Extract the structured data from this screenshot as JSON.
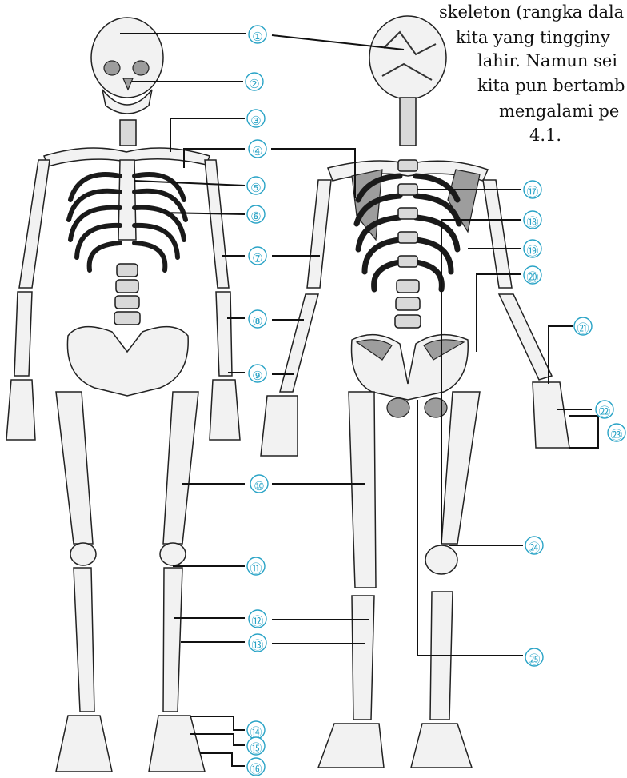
{
  "paragraph": {
    "lines": [
      "skeleton (rangka dala",
      "kita yang tingginy",
      "lahir. Namun sei",
      "kita pun bertamb",
      "mengalami pe",
      "4.1."
    ]
  },
  "labels": [
    {
      "text": "①"
    },
    {
      "text": "②"
    },
    {
      "text": "③"
    },
    {
      "text": "④"
    },
    {
      "text": "⑤"
    },
    {
      "text": "⑥"
    },
    {
      "text": "⑦"
    },
    {
      "text": "⑧"
    },
    {
      "text": "⑨"
    },
    {
      "text": "⑩"
    },
    {
      "text": "⑪"
    },
    {
      "text": "⑫"
    },
    {
      "text": "⑬"
    },
    {
      "text": "⑭"
    },
    {
      "text": "⑮"
    },
    {
      "text": "⑯"
    },
    {
      "text": "⑰"
    },
    {
      "text": "⑱"
    },
    {
      "text": "⑲"
    },
    {
      "text": "⑳"
    },
    {
      "text": "㉑"
    },
    {
      "text": "㉒"
    },
    {
      "text": "㉓"
    },
    {
      "text": "㉔"
    },
    {
      "text": "㉕"
    }
  ],
  "colors": {
    "label_accent": "#29a3c6",
    "leader_line": "#111111",
    "bone_fill": "#f2f2f2",
    "bone_shadow": "#9d9d9d"
  }
}
